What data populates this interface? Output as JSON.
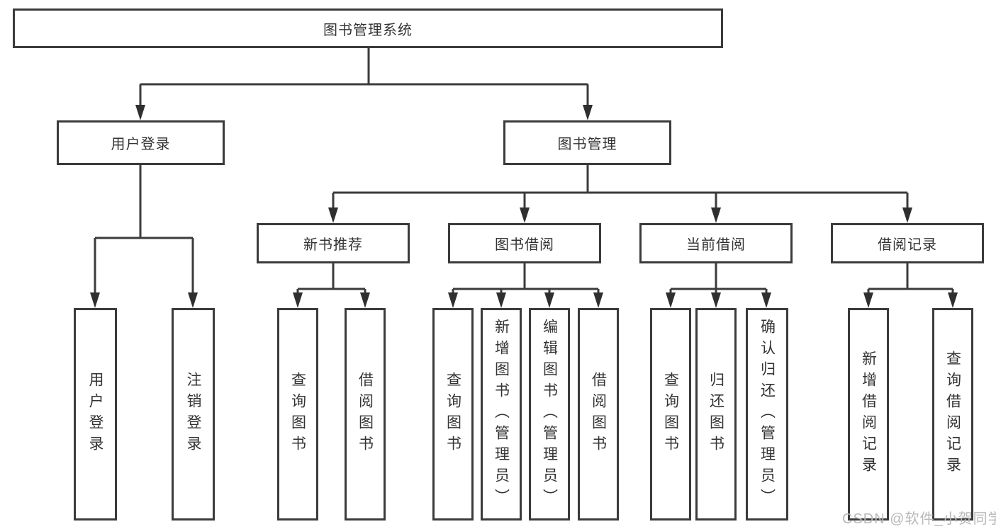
{
  "tree": {
    "label": "图书管理系统",
    "children": [
      {
        "label": "用户登录",
        "children": [
          {
            "label": "用户登录"
          },
          {
            "label": "注销登录"
          }
        ]
      },
      {
        "label": "图书管理",
        "children": [
          {
            "label": "新书推荐",
            "children": [
              {
                "label": "查询图书"
              },
              {
                "label": "借阅图书"
              }
            ]
          },
          {
            "label": "图书借阅",
            "children": [
              {
                "label": "查询图书"
              },
              {
                "label": "新增图书（管理员）"
              },
              {
                "label": "编辑图书（管理员）"
              },
              {
                "label": "借阅图书"
              }
            ]
          },
          {
            "label": "当前借阅",
            "children": [
              {
                "label": "查询图书"
              },
              {
                "label": "归还图书"
              },
              {
                "label": "确认归还（管理员）"
              }
            ]
          },
          {
            "label": "借阅记录",
            "children": [
              {
                "label": "新增借阅记录"
              },
              {
                "label": "查询借阅记录"
              }
            ]
          }
        ]
      }
    ]
  },
  "watermark": "CSDN @软件_小贺同学",
  "colors": {
    "line": "#3b3b3b",
    "text": "#333333",
    "watermark": "#b8b8b8",
    "background": "#ffffff"
  }
}
